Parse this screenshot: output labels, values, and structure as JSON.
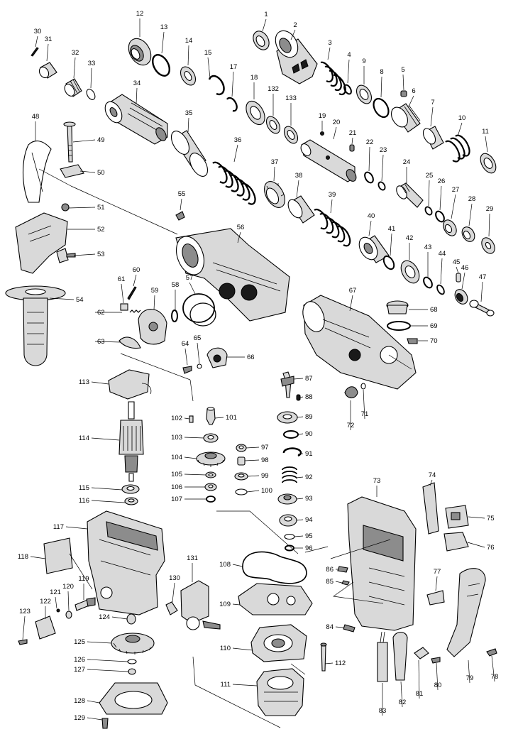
{
  "diagram": {
    "type": "exploded-parts-view",
    "callouts": [
      {
        "no": "1"
      },
      {
        "no": "2"
      },
      {
        "no": "3"
      },
      {
        "no": "4"
      },
      {
        "no": "5"
      },
      {
        "no": "6"
      },
      {
        "no": "7"
      },
      {
        "no": "8"
      },
      {
        "no": "9"
      },
      {
        "no": "10"
      },
      {
        "no": "11"
      },
      {
        "no": "12"
      },
      {
        "no": "13"
      },
      {
        "no": "14"
      },
      {
        "no": "15"
      },
      {
        "no": "17"
      },
      {
        "no": "18"
      },
      {
        "no": "19"
      },
      {
        "no": "20"
      },
      {
        "no": "21"
      },
      {
        "no": "22"
      },
      {
        "no": "23"
      },
      {
        "no": "24"
      },
      {
        "no": "25"
      },
      {
        "no": "26"
      },
      {
        "no": "27"
      },
      {
        "no": "28"
      },
      {
        "no": "29"
      },
      {
        "no": "30"
      },
      {
        "no": "31"
      },
      {
        "no": "32"
      },
      {
        "no": "33"
      },
      {
        "no": "34"
      },
      {
        "no": "35"
      },
      {
        "no": "36"
      },
      {
        "no": "37"
      },
      {
        "no": "38"
      },
      {
        "no": "39"
      },
      {
        "no": "40"
      },
      {
        "no": "41"
      },
      {
        "no": "42"
      },
      {
        "no": "43"
      },
      {
        "no": "44"
      },
      {
        "no": "45"
      },
      {
        "no": "46"
      },
      {
        "no": "47"
      },
      {
        "no": "48"
      },
      {
        "no": "49"
      },
      {
        "no": "50"
      },
      {
        "no": "51"
      },
      {
        "no": "52"
      },
      {
        "no": "53"
      },
      {
        "no": "54"
      },
      {
        "no": "55"
      },
      {
        "no": "56"
      },
      {
        "no": "57"
      },
      {
        "no": "58"
      },
      {
        "no": "59"
      },
      {
        "no": "60"
      },
      {
        "no": "61"
      },
      {
        "no": "62"
      },
      {
        "no": "63"
      },
      {
        "no": "64"
      },
      {
        "no": "65"
      },
      {
        "no": "66"
      },
      {
        "no": "67"
      },
      {
        "no": "68"
      },
      {
        "no": "69"
      },
      {
        "no": "70"
      },
      {
        "no": "71"
      },
      {
        "no": "72"
      },
      {
        "no": "73"
      },
      {
        "no": "74"
      },
      {
        "no": "75"
      },
      {
        "no": "76"
      },
      {
        "no": "77"
      },
      {
        "no": "78"
      },
      {
        "no": "79"
      },
      {
        "no": "80"
      },
      {
        "no": "81"
      },
      {
        "no": "82"
      },
      {
        "no": "83"
      },
      {
        "no": "84"
      },
      {
        "no": "85"
      },
      {
        "no": "86"
      },
      {
        "no": "87"
      },
      {
        "no": "88"
      },
      {
        "no": "89"
      },
      {
        "no": "90"
      },
      {
        "no": "91"
      },
      {
        "no": "92"
      },
      {
        "no": "93"
      },
      {
        "no": "94"
      },
      {
        "no": "95"
      },
      {
        "no": "96"
      },
      {
        "no": "97"
      },
      {
        "no": "98"
      },
      {
        "no": "99"
      },
      {
        "no": "100"
      },
      {
        "no": "101"
      },
      {
        "no": "102"
      },
      {
        "no": "103"
      },
      {
        "no": "104"
      },
      {
        "no": "105"
      },
      {
        "no": "106"
      },
      {
        "no": "107"
      },
      {
        "no": "108"
      },
      {
        "no": "109"
      },
      {
        "no": "110"
      },
      {
        "no": "111"
      },
      {
        "no": "112"
      },
      {
        "no": "113"
      },
      {
        "no": "114"
      },
      {
        "no": "115"
      },
      {
        "no": "116"
      },
      {
        "no": "117"
      },
      {
        "no": "118"
      },
      {
        "no": "119"
      },
      {
        "no": "120"
      },
      {
        "no": "121"
      },
      {
        "no": "122"
      },
      {
        "no": "123"
      },
      {
        "no": "124"
      },
      {
        "no": "125"
      },
      {
        "no": "126"
      },
      {
        "no": "127"
      },
      {
        "no": "128"
      },
      {
        "no": "129"
      },
      {
        "no": "130"
      },
      {
        "no": "131"
      },
      {
        "no": "132"
      },
      {
        "no": "133"
      }
    ]
  }
}
